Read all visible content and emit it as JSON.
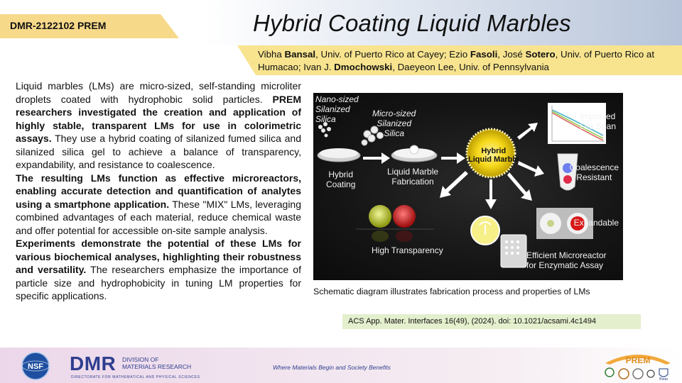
{
  "header": {
    "award_id": "DMR-2122102 PREM",
    "title": "Hybrid Coating Liquid Marbles",
    "authors": [
      {
        "pre": "Vibha ",
        "bold": "Bansal",
        "post": ", Univ. of Puerto Rico at Cayey; Ezio "
      },
      {
        "pre": "",
        "bold": "Fasoli",
        "post": ", José "
      },
      {
        "pre": "",
        "bold": "Sotero",
        "post": ", Univ. of Puerto Rico at Humacao;  Ivan J. "
      },
      {
        "pre": "",
        "bold": "Dmochowski",
        "post": ", Daeyeon Lee, Univ. of Pennsylvania"
      }
    ]
  },
  "body": {
    "p1_normal_a": "Liquid marbles (LMs) are micro-sized, self-standing microliter droplets coated  with hydrophobic solid particles. ",
    "p1_bold": "PREM researchers investigated the creation and application of highly stable, transparent LMs for use in colorimetric assays.",
    "p1_normal_b": " They use a hybrid coating of silanized fumed silica and silanized silica gel to achieve a balance of transparency, expandability, and resistance to coalescence.",
    "p2_bold": "The resulting LMs function as effective microreactors, enabling accurate detection and quantification of analytes using a smartphone application.",
    "p2_normal": " These \"MIX\" LMs, leveraging combined advantages of each material, reduce chemical waste and offer potential for accessible on-site sample analysis.",
    "p3_bold": "Experiments demonstrate the potential of these LMs for various biochemical analyses, highlighting their robustness and versatility.",
    "p3_normal": " The researchers emphasize the importance of particle size and hydrophobicity in tuning LM properties for specific applications."
  },
  "figure": {
    "nano_label_1": "Nano-sized",
    "nano_label_2": "Silanized",
    "nano_label_3": "Silica",
    "micro_label_1": "Micro-sized",
    "micro_label_2": "Silanized",
    "micro_label_3": "Silica",
    "hybrid_coating_1": "Hybrid",
    "hybrid_coating_2": "Coating",
    "lm_fab_1": "Liquid Marble",
    "lm_fab_2": "Fabrication",
    "center_1": "Hybrid",
    "center_2": "Liquid Marble",
    "life_1": "Improved",
    "life_2": "Life Span",
    "coal_1": "Coalescence",
    "coal_2": "Resistant",
    "expandable": "Expandable",
    "transparency": "High Transparency",
    "micro_1": "Efficient Microreactor",
    "micro_2": "for Enzymatic Assay",
    "caption": "Schematic diagram illustrates fabrication process and properties of LMs",
    "citation": "ACS App. Mater. Interfaces 16(49), (2024). doi: 10.1021/acsami.4c1494"
  },
  "footer": {
    "dmr": "DMR",
    "division_1": "DIVISION OF",
    "division_2": "MATERIALS RESEARCH",
    "directorate": "DIRECTORATE FOR MATHEMATICAL AND PHYSICAL SCIENCES",
    "tagline": "Where Materials Begin and Society Benefits",
    "nsf": "NSF",
    "prem": "PREM",
    "penn": "Penn"
  },
  "colors": {
    "award_tag": "#f7d98a",
    "authors_band": "#f8e48f",
    "citation_bg": "#e4efcd",
    "dmr_blue": "#2f3f8f"
  }
}
